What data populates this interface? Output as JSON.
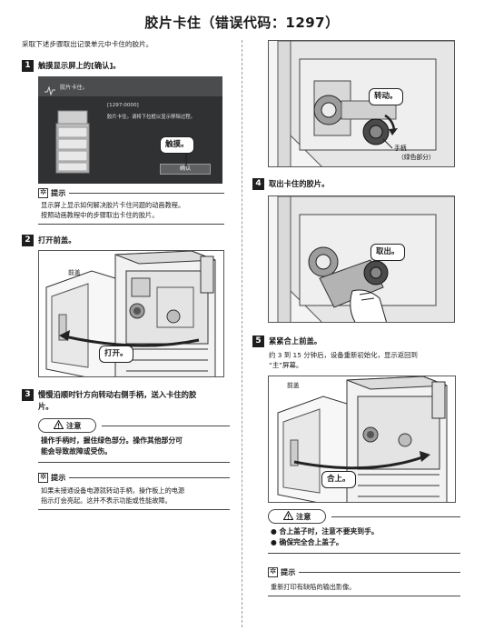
{
  "title": "胶片卡住（错误代码：1297）",
  "intro": "采取下述步骤取出记录单元中卡住的胶片。",
  "step1": {
    "num": "1",
    "text": "触摸显示屏上的[确认]。",
    "screen_title": "胶片卡住。",
    "screen_code": "[1297:0000]",
    "screen_msg": "胶片卡住。请将下拉框以显示移除过程。",
    "screen_button": "确认",
    "callout": "触摸。"
  },
  "hint1": {
    "label": "提示",
    "lines": [
      "显示屏上显示如何解决胶片卡住问题的动画教程。",
      "按照动画教程中的步骤取出卡住的胶片。"
    ]
  },
  "step2": {
    "num": "2",
    "text": "打开前盖。",
    "label_cover": "前盖",
    "callout": "打开。"
  },
  "step3": {
    "num": "3",
    "text_line1": "慢慢沿顺时针方向转动右侧手柄，送入卡住的胶",
    "text_line2": "片。"
  },
  "caution1": {
    "label": "注意",
    "lines": [
      "操作手柄时，握住绿色部分。操作其他部分可",
      "能会导致故障或受伤。"
    ]
  },
  "hint2": {
    "label": "提示",
    "lines": [
      "如果未接通设备电源就转动手柄，操作板上的电源",
      "指示灯会亮起。这并不表示功能或性能故障。"
    ]
  },
  "fig3": {
    "callout": "转动。",
    "label_handle_1": "手柄",
    "label_handle_2": "（绿色部分）"
  },
  "step4": {
    "num": "4",
    "text": "取出卡住的胶片。",
    "callout": "取出。"
  },
  "step5": {
    "num": "5",
    "text": "紧紧合上前盖。",
    "desc_line1": "约 3 到 15 分钟后，设备重新初始化，显示返回到",
    "desc_line2": "“主”屏幕。",
    "label_cover": "前盖",
    "callout": "合上。"
  },
  "caution2": {
    "label": "注意",
    "items": [
      "● 合上盖子时，注意不要夹到手。",
      "● 确保完全合上盖子。"
    ]
  },
  "hint3": {
    "label": "提示",
    "lines": [
      "重新打印有缺陷的输出影像。"
    ]
  }
}
